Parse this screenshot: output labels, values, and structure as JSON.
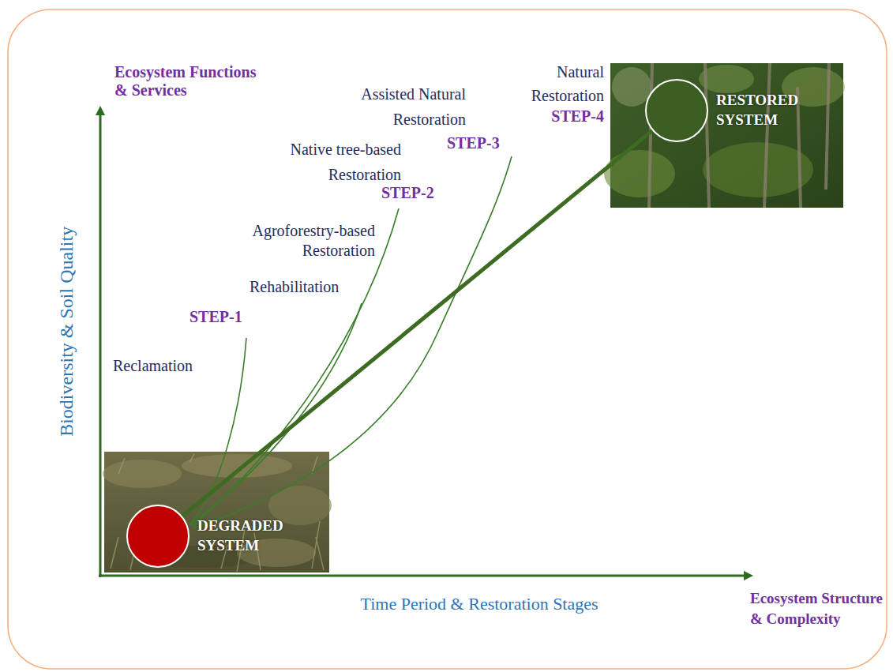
{
  "diagram": {
    "nodes": [
      {
        "text": [
          "DEGRADED SYSTEM"
        ]
      },
      {
        "text": [
          "RESTORED SYSTEM"
        ]
      }
    ],
    "edges": [
      {
        "from": 0,
        "to": 1,
        "arrow": "none"
      }
    ],
    "labels": [
      "Ecosystem Functions & Services",
      "Biodiversity & Soil Quality",
      "Natural Restoration",
      "STEP-4",
      "Assisted Natural Restoration",
      "STEP-3",
      "Native tree-based Restoration",
      "STEP-2",
      "Agroforestry-based Restoration",
      "Rehabilitation",
      "STEP-1",
      "Reclamation",
      "Time Period & Restoration Stages",
      "Ecosystem Structure & Complexity"
    ]
  }
}
